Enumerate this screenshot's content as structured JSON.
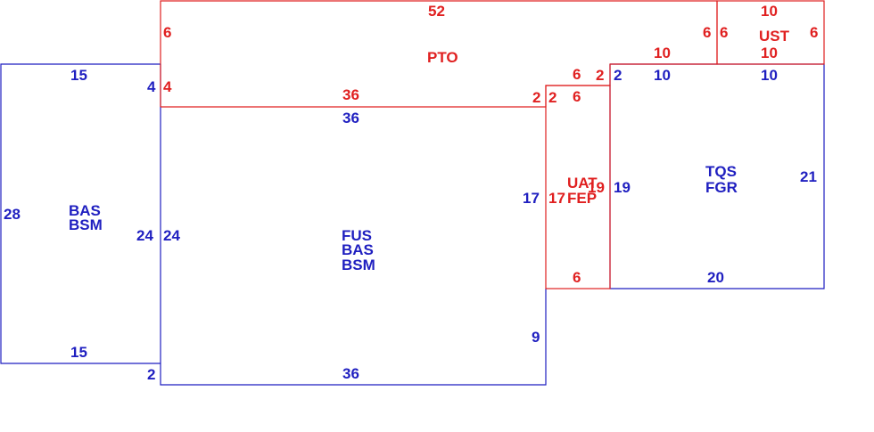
{
  "colors": {
    "upper_floor": "#e02020",
    "main_floor": "#1f1fc0",
    "background": "#ffffff"
  },
  "areas": {
    "bas_bsm_left": {
      "codes": [
        "BAS",
        "BSM"
      ]
    },
    "fus_bas_bsm": {
      "codes": [
        "FUS",
        "BAS",
        "BSM"
      ]
    },
    "tqs_fgr": {
      "codes": [
        "TQS",
        "FGR"
      ]
    },
    "pto": {
      "codes": [
        "PTO"
      ]
    },
    "ust": {
      "codes": [
        "UST"
      ]
    },
    "uat_fep": {
      "codes": [
        "UAT",
        "FEP"
      ]
    }
  },
  "dimensions": {
    "blue": {
      "left_top": "15",
      "left_left": "28",
      "left_right": "24",
      "left_bottom": "15",
      "left_step_top": "4",
      "left_step_bottom": "2",
      "main_top": "36",
      "main_left": "24",
      "main_right": "17",
      "main_right_low": "9",
      "main_bottom": "36",
      "garage_step": "2",
      "garage_top_left": "10",
      "garage_top_right": "10",
      "garage_left": "19",
      "garage_right": "21",
      "garage_bottom": "20"
    },
    "red": {
      "pto_top": "52",
      "pto_left": "6",
      "pto_left_low": "4",
      "pto_bottom": "36",
      "pto_right_step": "2",
      "pto_right_upper": "6",
      "pto_top_right": "10",
      "ust_top": "10",
      "ust_left": "6",
      "ust_right": "6",
      "ust_bottom": "10",
      "uat_top_a": "6",
      "uat_top_b": "6",
      "uat_step_a": "2",
      "uat_step_b": "2",
      "uat_left": "17",
      "uat_right": "19",
      "uat_bottom": "6"
    }
  }
}
